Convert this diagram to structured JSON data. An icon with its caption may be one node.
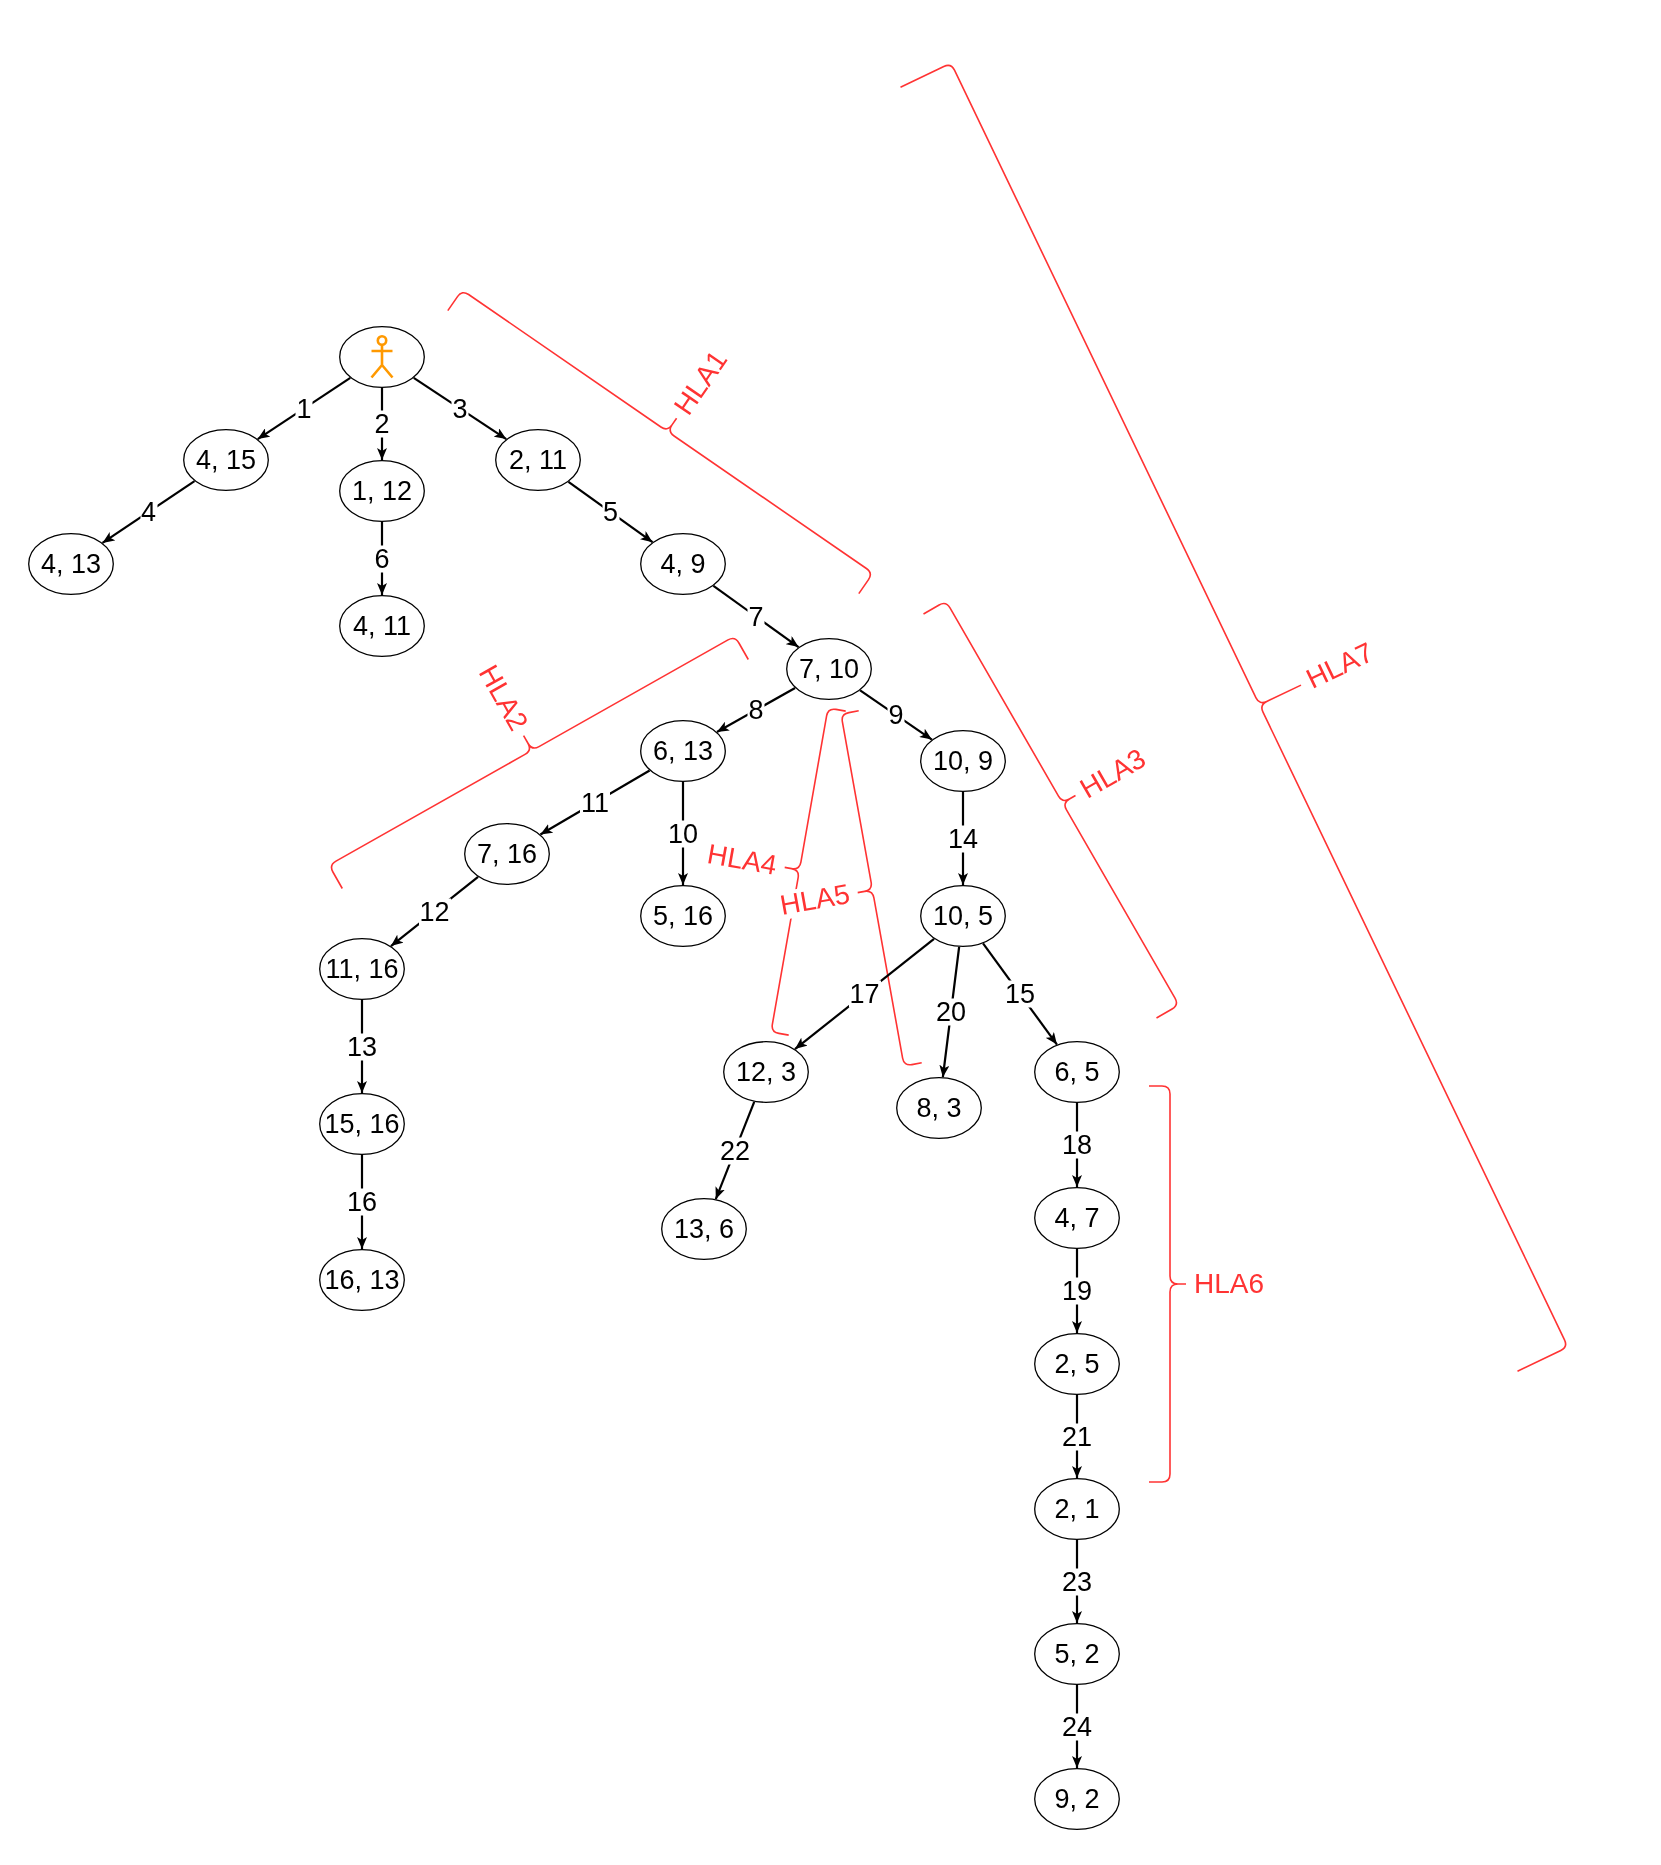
{
  "diagram": {
    "nodes": [
      {
        "text": [],
        "shape": "person"
      },
      {
        "text": [
          "4, 15"
        ]
      },
      {
        "text": [
          "1, 12"
        ]
      },
      {
        "text": [
          "2, 11"
        ]
      },
      {
        "text": [
          "4, 13"
        ]
      },
      {
        "text": [
          "4, 11"
        ]
      },
      {
        "text": [
          "4, 9"
        ]
      },
      {
        "text": [
          "7, 10"
        ]
      },
      {
        "text": [
          "6, 13"
        ]
      },
      {
        "text": [
          "10, 9"
        ]
      },
      {
        "text": [
          "7, 16"
        ]
      },
      {
        "text": [
          "5, 16"
        ]
      },
      {
        "text": [
          "10, 5"
        ]
      },
      {
        "text": [
          "11, 16"
        ]
      },
      {
        "text": [
          "12, 3"
        ]
      },
      {
        "text": [
          "8, 3"
        ]
      },
      {
        "text": [
          "6, 5"
        ]
      },
      {
        "text": [
          "15, 16"
        ]
      },
      {
        "text": [
          "13, 6"
        ]
      },
      {
        "text": [
          "4, 7"
        ]
      },
      {
        "text": [
          "16, 13"
        ]
      },
      {
        "text": [
          "2, 5"
        ]
      },
      {
        "text": [
          "2, 1"
        ]
      },
      {
        "text": [
          "5, 2"
        ]
      },
      {
        "text": [
          "9, 2"
        ]
      }
    ],
    "edges": [
      {
        "from": 0,
        "to": 1,
        "arrow": "to",
        "label": "1"
      },
      {
        "from": 0,
        "to": 2,
        "arrow": "to",
        "label": "2"
      },
      {
        "from": 0,
        "to": 3,
        "arrow": "to",
        "label": "3"
      },
      {
        "from": 1,
        "to": 4,
        "arrow": "to",
        "label": "4"
      },
      {
        "from": 3,
        "to": 6,
        "arrow": "to",
        "label": "5"
      },
      {
        "from": 2,
        "to": 5,
        "arrow": "to",
        "label": "6"
      },
      {
        "from": 6,
        "to": 7,
        "arrow": "to",
        "label": "7"
      },
      {
        "from": 7,
        "to": 8,
        "arrow": "to",
        "label": "8"
      },
      {
        "from": 7,
        "to": 9,
        "arrow": "to",
        "label": "9"
      },
      {
        "from": 8,
        "to": 11,
        "arrow": "to",
        "label": "10"
      },
      {
        "from": 8,
        "to": 10,
        "arrow": "to",
        "label": "11"
      },
      {
        "from": 10,
        "to": 13,
        "arrow": "to",
        "label": "12"
      },
      {
        "from": 13,
        "to": 17,
        "arrow": "to",
        "label": "13"
      },
      {
        "from": 9,
        "to": 12,
        "arrow": "to",
        "label": "14"
      },
      {
        "from": 12,
        "to": 16,
        "arrow": "to",
        "label": "15"
      },
      {
        "from": 17,
        "to": 20,
        "arrow": "to",
        "label": "16"
      },
      {
        "from": 12,
        "to": 14,
        "arrow": "to",
        "label": "17"
      },
      {
        "from": 16,
        "to": 19,
        "arrow": "to",
        "label": "18"
      },
      {
        "from": 19,
        "to": 21,
        "arrow": "to",
        "label": "19"
      },
      {
        "from": 12,
        "to": 15,
        "arrow": "to",
        "label": "20"
      },
      {
        "from": 21,
        "to": 22,
        "arrow": "to",
        "label": "21"
      },
      {
        "from": 14,
        "to": 18,
        "arrow": "to",
        "label": "22"
      },
      {
        "from": 22,
        "to": 23,
        "arrow": "to",
        "label": "23"
      },
      {
        "from": 23,
        "to": 24,
        "arrow": "to",
        "label": "24"
      }
    ],
    "labels": [
      "HLA1",
      "HLA2",
      "HLA3",
      "HLA4",
      "HLA5",
      "HLA6",
      "HLA7"
    ]
  }
}
